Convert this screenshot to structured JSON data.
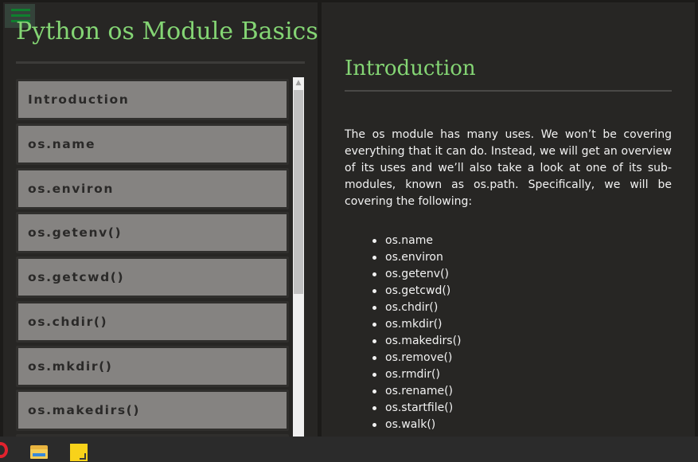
{
  "sidebar": {
    "title": "Python os Module Basics",
    "items": [
      {
        "label": "Introduction"
      },
      {
        "label": "os.name"
      },
      {
        "label": "os.environ"
      },
      {
        "label": "os.getenv()"
      },
      {
        "label": "os.getcwd()"
      },
      {
        "label": "os.chdir()"
      },
      {
        "label": "os.mkdir()"
      },
      {
        "label": "os.makedirs()"
      },
      {
        "label": ""
      }
    ]
  },
  "main": {
    "heading": "Introduction",
    "intro": "The os module has many uses. We won’t be covering everything that it can do. Instead, we will get an overview of its uses and we’ll also take a look at one of its sub-modules, known as os.path. Specifically, we will be covering the following:",
    "topics": [
      "os.name",
      "os.environ",
      "os.getenv()",
      "os.getcwd()",
      "os.chdir()",
      "os.mkdir()",
      "os.makedirs()",
      "os.remove()",
      "os.rmdir()",
      "os.rename()",
      "os.startfile()",
      "os.walk()"
    ]
  },
  "icons": {
    "menu": "hamburger-menu-icon",
    "scroll_up": "chevron-up-icon",
    "taskbar": [
      "opera-icon",
      "file-explorer-icon",
      "sticky-notes-icon"
    ]
  },
  "colors": {
    "accent": "#84d574",
    "panel_bg": "#272624",
    "nav_item_bg": "#858381",
    "text": "#f2f2f2"
  }
}
